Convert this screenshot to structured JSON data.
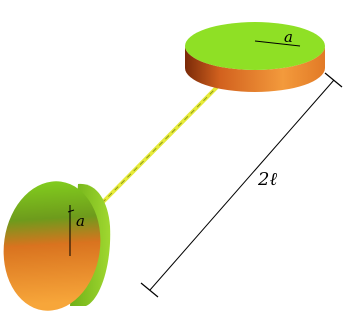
{
  "labels": {
    "radius_top": "a",
    "radius_bottom": "a",
    "separation": "2ℓ"
  },
  "colors": {
    "disk_top_face": "#8fe025",
    "disk_side": "#e8762a",
    "disk_side_dark": "#9a3a0c",
    "disk_bottom_face_top": "#7fd21c",
    "disk_bottom_face_bottom": "#f08a2a",
    "rod": "#e6ea3a",
    "outline": "#000000"
  }
}
